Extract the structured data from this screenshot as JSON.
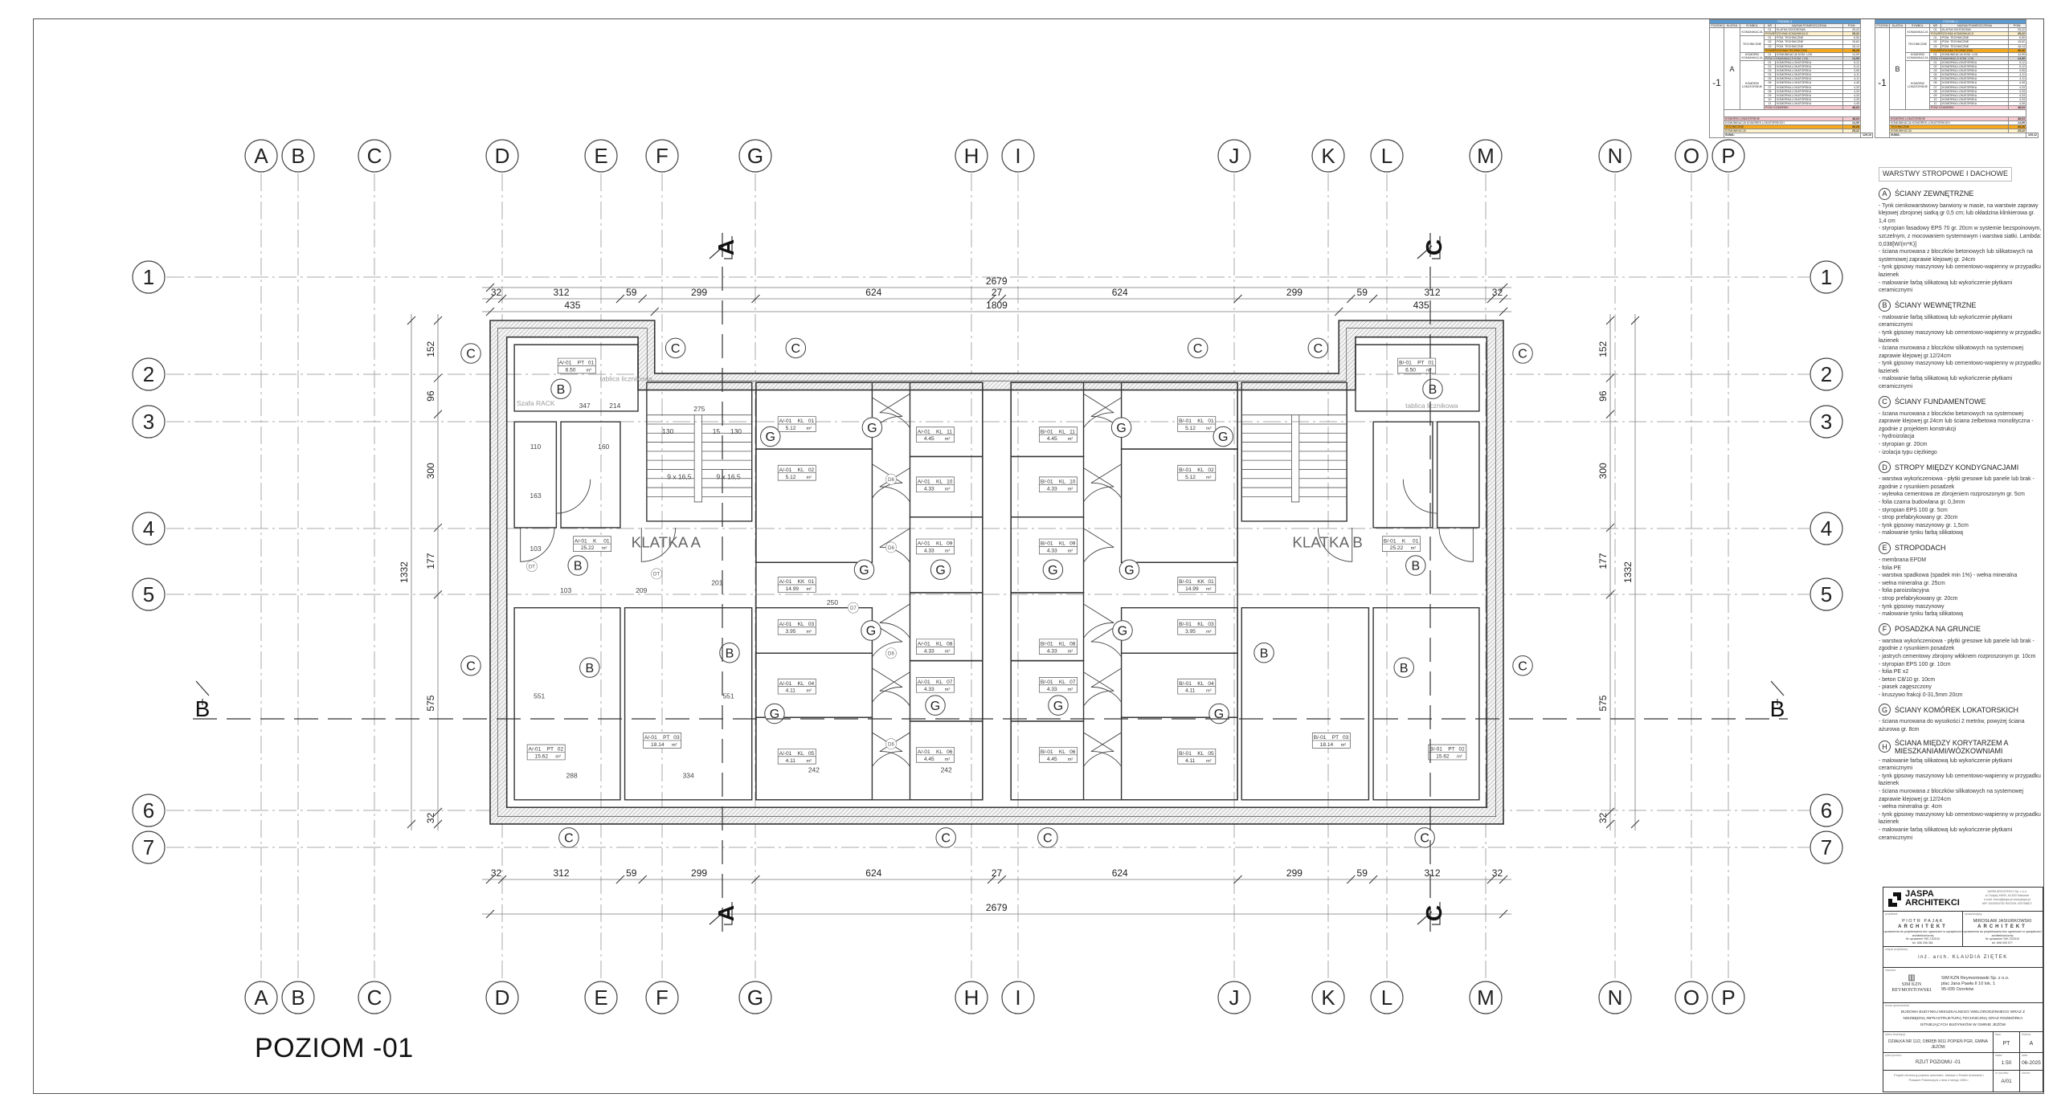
{
  "title": "POZIOM -01",
  "grid": {
    "columns": [
      "A",
      "B",
      "C",
      "D",
      "E",
      "F",
      "G",
      "H",
      "I",
      "J",
      "K",
      "L",
      "M",
      "N",
      "O",
      "P"
    ],
    "rows": [
      "1",
      "2",
      "3",
      "4",
      "5",
      "6",
      "7"
    ]
  },
  "sections": {
    "a": "A",
    "b": "B",
    "c": "C"
  },
  "dimensions": {
    "top_chain": [
      "32",
      "312",
      "59",
      "299",
      "624",
      "27",
      "624",
      "299",
      "59",
      "312",
      "32"
    ],
    "top_total": "2679",
    "top_second": [
      "435",
      "1809",
      "435"
    ],
    "bottom_chain": [
      "32",
      "312",
      "59",
      "299",
      "624",
      "27",
      "624",
      "299",
      "59",
      "312",
      "32"
    ],
    "bottom_total": "2679",
    "side_chain": [
      "152",
      "96",
      "300",
      "177",
      "575",
      "32"
    ],
    "side_total": "1332",
    "interior": [
      "275",
      "130",
      "15",
      "130",
      "9 x 16,5",
      "9 x 16,5",
      "288",
      "334",
      "242",
      "242",
      "551",
      "551",
      "250",
      "201",
      "209",
      "103",
      "103",
      "163",
      "160",
      "110",
      "347",
      "214"
    ]
  },
  "plan": {
    "stair_labels": [
      "KLATKA A",
      "KLATKA B"
    ],
    "room_tags_a": [
      {
        "code": "A/-01",
        "type": "PT",
        "nr": "01",
        "area": "6.50"
      },
      {
        "code": "A/-01",
        "type": "K",
        "nr": "01",
        "area": "25.22"
      },
      {
        "code": "A/-01",
        "type": "KK",
        "nr": "01",
        "area": "14.99"
      },
      {
        "code": "A/-01",
        "type": "KL",
        "nr": "01",
        "area": "5.12"
      },
      {
        "code": "A/-01",
        "type": "KL",
        "nr": "02",
        "area": "5.12"
      },
      {
        "code": "A/-01",
        "type": "KL",
        "nr": "03",
        "area": "3.95"
      },
      {
        "code": "A/-01",
        "type": "KL",
        "nr": "04",
        "area": "4.11"
      },
      {
        "code": "A/-01",
        "type": "KL",
        "nr": "05",
        "area": "4.11"
      },
      {
        "code": "A/-01",
        "type": "KL",
        "nr": "11",
        "area": "4.45"
      },
      {
        "code": "A/-01",
        "type": "KL",
        "nr": "10",
        "area": "4.33"
      },
      {
        "code": "A/-01",
        "type": "KL",
        "nr": "09",
        "area": "4.33"
      },
      {
        "code": "A/-01",
        "type": "KL",
        "nr": "08",
        "area": "4.33"
      },
      {
        "code": "A/-01",
        "type": "KL",
        "nr": "07",
        "area": "4.33"
      },
      {
        "code": "A/-01",
        "type": "KL",
        "nr": "06",
        "area": "4.45"
      },
      {
        "code": "A/-01",
        "type": "PT",
        "nr": "02",
        "area": "15.62"
      },
      {
        "code": "A/-01",
        "type": "PT",
        "nr": "03",
        "area": "18.14"
      }
    ],
    "room_tags_b": [
      {
        "code": "B/-01",
        "type": "PT",
        "nr": "01",
        "area": "6.50"
      },
      {
        "code": "B/-01",
        "type": "K",
        "nr": "01",
        "area": "25.22"
      },
      {
        "code": "B/-01",
        "type": "KK",
        "nr": "01",
        "area": "14.99"
      },
      {
        "code": "B/-01",
        "type": "KL",
        "nr": "01",
        "area": "5.12"
      },
      {
        "code": "B/-01",
        "type": "KL",
        "nr": "02",
        "area": "5.12"
      },
      {
        "code": "B/-01",
        "type": "KL",
        "nr": "03",
        "area": "3.95"
      },
      {
        "code": "B/-01",
        "type": "KL",
        "nr": "04",
        "area": "4.11"
      },
      {
        "code": "B/-01",
        "type": "KL",
        "nr": "05",
        "area": "4.11"
      },
      {
        "code": "B/-01",
        "type": "KL",
        "nr": "11",
        "area": "4.45"
      },
      {
        "code": "B/-01",
        "type": "KL",
        "nr": "10",
        "area": "4.33"
      },
      {
        "code": "B/-01",
        "type": "KL",
        "nr": "09",
        "area": "4.33"
      },
      {
        "code": "B/-01",
        "type": "KL",
        "nr": "08",
        "area": "4.33"
      },
      {
        "code": "B/-01",
        "type": "KL",
        "nr": "07",
        "area": "4.33"
      },
      {
        "code": "B/-01",
        "type": "KL",
        "nr": "06",
        "area": "4.45"
      },
      {
        "code": "B/-01",
        "type": "PT",
        "nr": "02",
        "area": "15.62"
      },
      {
        "code": "B/-01",
        "type": "PT",
        "nr": "03",
        "area": "18.14"
      }
    ],
    "callouts_a": [
      "C",
      "C",
      "C",
      "C",
      "B",
      "B",
      "B",
      "B",
      "G",
      "G",
      "G",
      "G",
      "G",
      "G",
      "G",
      "C",
      "C"
    ],
    "callouts_b": [
      "C",
      "C",
      "C",
      "C",
      "B",
      "B",
      "B",
      "B",
      "G",
      "G",
      "G",
      "G",
      "G",
      "G",
      "G",
      "C",
      "C"
    ],
    "room_notes": [
      "Szafa RACK",
      "tablica licznikowa",
      "tablica licznikowa"
    ],
    "door_tags": [
      "D6",
      "D6",
      "D6",
      "D6",
      "D7",
      "DT",
      "DT"
    ]
  },
  "area_tables": [
    {
      "header": "POZIOM -1",
      "columns": [
        "POZIOM",
        "KLATKA",
        "SYMBOL",
        "NR",
        "NAZWA POMIESZCZENIA",
        "POW."
      ],
      "level": "-1",
      "klatka": "A",
      "groups": [
        {
          "symbol": "KOMUNIKACJA",
          "items": [
            {
              "nr": "01",
              "name": "KLATKA SCHODOWA",
              "area": "25,22"
            }
          ],
          "summary": {
            "label": "POWIERZCHNIA KOMUNIKACJI",
            "area": "25,22",
            "color": "#fff2cc"
          }
        },
        {
          "symbol": "TECHNICZNE",
          "items": [
            {
              "nr": "01",
              "name": "POM. TECHNICZNE",
              "area": "6,50"
            },
            {
              "nr": "02",
              "name": "POM. TECHNICZNE",
              "area": "15,62"
            },
            {
              "nr": "03",
              "name": "POM. TECHNICZNE",
              "area": "18,14"
            }
          ],
          "summary": {
            "label": "POWIERZCHNIA TECHNICZNA",
            "area": "40,26",
            "color": "#f4a81d"
          }
        },
        {
          "symbol": "KOMÓRKI KOMUNIKACJA",
          "items": [
            {
              "nr": "01",
              "name": "KOMUNIKACJA KOM. LOK.",
              "area": "14,99"
            }
          ],
          "summary": {
            "label": "POW. KOMUNIKACJI KOM. LOK.",
            "area": "14,99",
            "color": "#d9d9d9"
          }
        },
        {
          "symbol": "KOMÓRKI LOKATORSKIE",
          "items": [
            {
              "nr": "01",
              "name": "KOMÓRKA LOKATORSKA",
              "area": "5,12"
            },
            {
              "nr": "02",
              "name": "KOMÓRKA LOKATORSKA",
              "area": "5,12"
            },
            {
              "nr": "03",
              "name": "KOMÓRKA LOKATORSKA",
              "area": "3,95"
            },
            {
              "nr": "04",
              "name": "KOMÓRKA LOKATORSKA",
              "area": "4,11"
            },
            {
              "nr": "05",
              "name": "KOMÓRKA LOKATORSKA",
              "area": "4,11"
            },
            {
              "nr": "06",
              "name": "KOMÓRKA LOKATORSKA",
              "area": "4,45"
            },
            {
              "nr": "07",
              "name": "KOMÓRKA LOKATORSKA",
              "area": "4,33"
            },
            {
              "nr": "08",
              "name": "KOMÓRKA LOKATORSKA",
              "area": "4,33"
            },
            {
              "nr": "09",
              "name": "KOMÓRKA LOKATORSKA",
              "area": "4,33"
            },
            {
              "nr": "10",
              "name": "KOMÓRKA LOKATORSKA",
              "area": "4,33"
            },
            {
              "nr": "11",
              "name": "KOMÓRKA LOKATORSKA",
              "area": "4,45"
            }
          ],
          "summary": {
            "label": "POW. KOMÓREK",
            "area": "48,63",
            "color": "#f8cbd0"
          }
        }
      ],
      "totals": [
        {
          "label": "KOMÓRKI LOKATORSKIE",
          "area": "48,63",
          "color": "#f8cbd0"
        },
        {
          "label": "KOMUNIKACJA KOMÓREK LOKATORSKICH",
          "area": "14,99",
          "color": "#ffffff"
        },
        {
          "label": "TECHNICZNE",
          "area": "40,26",
          "color": "#f4a81d"
        },
        {
          "label": "KOMUNIKACJA",
          "area": "25,22",
          "color": "#fff2cc"
        }
      ],
      "sum_label": "SUMA:",
      "sum": "129,10"
    },
    {
      "header": "POZIOM -1",
      "columns": [
        "POZIOM",
        "KLATKA",
        "SYMBOL",
        "NR",
        "NAZWA POMIESZCZENIA",
        "POW."
      ],
      "level": "-1",
      "klatka": "B",
      "groups": [
        {
          "symbol": "KOMUNIKACJA",
          "items": [
            {
              "nr": "01",
              "name": "KLATKA SCHODOWA",
              "area": "25,22"
            }
          ],
          "summary": {
            "label": "POWIERZCHNIA KOMUNIKACJI",
            "area": "25,22",
            "color": "#fff2cc"
          }
        },
        {
          "symbol": "TECHNICZNE",
          "items": [
            {
              "nr": "01",
              "name": "POM. TECHNICZNE",
              "area": "6,50"
            },
            {
              "nr": "02",
              "name": "POM. TECHNICZNE",
              "area": "15,62"
            },
            {
              "nr": "03",
              "name": "POM. TECHNICZNE",
              "area": "18,14"
            }
          ],
          "summary": {
            "label": "POWIERZCHNIA TECHNICZNA",
            "area": "40,26",
            "color": "#f4a81d"
          }
        },
        {
          "symbol": "KOMÓRKI KOMUNIKACJA",
          "items": [
            {
              "nr": "01",
              "name": "KOMUNIKACJA KOM. LOK.",
              "area": "14,99"
            }
          ],
          "summary": {
            "label": "POW. KOMUNIKACJI KOM. LOK.",
            "area": "14,99",
            "color": "#d9d9d9"
          }
        },
        {
          "symbol": "KOMÓRKI LOKATORSKIE",
          "items": [
            {
              "nr": "01",
              "name": "KOMÓRKA LOKATORSKA",
              "area": "5,12"
            },
            {
              "nr": "02",
              "name": "KOMÓRKA LOKATORSKA",
              "area": "5,12"
            },
            {
              "nr": "03",
              "name": "KOMÓRKA LOKATORSKA",
              "area": "3,95"
            },
            {
              "nr": "04",
              "name": "KOMÓRKA LOKATORSKA",
              "area": "4,11"
            },
            {
              "nr": "05",
              "name": "KOMÓRKA LOKATORSKA",
              "area": "4,11"
            },
            {
              "nr": "06",
              "name": "KOMÓRKA LOKATORSKA",
              "area": "4,45"
            },
            {
              "nr": "07",
              "name": "KOMÓRKA LOKATORSKA",
              "area": "4,33"
            },
            {
              "nr": "08",
              "name": "KOMÓRKA LOKATORSKA",
              "area": "4,33"
            },
            {
              "nr": "09",
              "name": "KOMÓRKA LOKATORSKA",
              "area": "4,33"
            },
            {
              "nr": "10",
              "name": "KOMÓRKA LOKATORSKA",
              "area": "4,33"
            },
            {
              "nr": "11",
              "name": "KOMÓRKA LOKATORSKA",
              "area": "4,45"
            }
          ],
          "summary": {
            "label": "POW. KOMÓREK",
            "area": "48,63",
            "color": "#f8cbd0"
          }
        }
      ],
      "totals": [
        {
          "label": "KOMÓRKI LOKATORSKIE",
          "area": "48,63",
          "color": "#f8cbd0"
        },
        {
          "label": "KOMUNIKACJA KOMÓREK LOKATORSKICH",
          "area": "14,99",
          "color": "#ffffff"
        },
        {
          "label": "TECHNICZNE",
          "area": "40,26",
          "color": "#f4a81d"
        },
        {
          "label": "KOMUNIKACJA",
          "area": "25,22",
          "color": "#fff2cc"
        }
      ],
      "sum_label": "SUMA:",
      "sum": "129,12"
    }
  ],
  "legend": {
    "title": "WARSTWY STROPOWE I DACHOWE",
    "sections": [
      {
        "letter": "A",
        "title": "ŚCIANY ZEWNĘTRZNE",
        "items": [
          "- Tynk cienkowarstwowy barwiony w masie, na warstwie zaprawy klejowej zbrojonej siatką gr 0,5 cm; lub okładzina klinkierowa gr. 1,4 cm",
          "- styropian fasadowy EPS 70 gr. 20cm w systemie bezspoinowym, szczelnym, z mocowaniem systemowym i warstwa siatki. Lambda: 0,038[W/(m*K)]",
          "- ściana murowana z bloczków betonowych lub silikatowych na systemowej zaprawie klejowej gr. 24cm",
          "- tynk gipsowy maszynowy lub cementowo-wapienny w przypadku łazienek",
          "- malowanie farbą silikatową lub wykończenie płytkami ceramicznymi"
        ]
      },
      {
        "letter": "B",
        "title": "ŚCIANY WEWNĘTRZNE",
        "items": [
          "- malowanie farbą silikatową lub wykończenie płytkami ceramicznymi",
          "- tynk gipsowy maszynowy lub cementowo-wapienny w przypadku łazienek",
          "- ściana murowana z bloczków silikatowych na systemowej zaprawie klejowej gr.12/24cm",
          "- tynk gipsowy maszynowy lub cementowo-wapienny w przypadku łazienek",
          "- malowanie farbą silikatową lub wykończenie płytkami ceramicznymi"
        ]
      },
      {
        "letter": "C",
        "title": "ŚCIANY FUNDAMENTOWE",
        "items": [
          "- ściana murowana z bloczków betonowych na systemowej zaprawie klejowej gr.24cm lub ściana żelbetowa monolityczna - zgodnie z projektem konstrukcji",
          "- hydroizolacja",
          "- styropian gr. 20cm",
          "- izolacja typu ciężkiego"
        ]
      },
      {
        "letter": "D",
        "title": "STROPY MIĘDZY KONDYGNACJAMI",
        "items": [
          "- warstwa wykończeniowa - płytki gresowe lub panele lub brak - zgodnie z rysunkiem posadzek",
          "- wylewka cementowa ze zbrojeniem rozproszonym gr. 5cm",
          "- folia czarna budowlana gr. 0,3mm",
          "- styropian EPS 100 gr. 5cm",
          "- strop prefabrykowany gr. 20cm",
          "- tynk gipsowy maszynowy gr. 1,5cm",
          "- malowanie tynku farbą silikatową"
        ]
      },
      {
        "letter": "E",
        "title": "STROPODACH",
        "items": [
          "- membrana EPDM",
          "- folia PE",
          "- warstwa spadkowa (spadek min 1%) - wełna mineralna",
          "- wełna mineralna gr. 25cm",
          "- folia paroizolacyjna",
          "- strop prefabrykowany gr. 20cm",
          "- tynk gipsowy maszynowy",
          "- malowanie tynku farbą silikatową"
        ]
      },
      {
        "letter": "F",
        "title": "POSADZKA NA GRUNCIE",
        "items": [
          "- warstwa wykończeniowa - płytki gresowe lub panele lub brak - zgodnie z rysunkiem posadzek",
          "- jastrych cementowy zbrojony włóknem rozproszonym gr. 10cm",
          "- styropian EPS 100 gr. 10cm",
          "- folia PE x2",
          "- beton C8/10 gr. 10cm",
          "- piasek zagęszczony",
          "- kruszywo  frakcji 0-31,5mm 20cm"
        ]
      },
      {
        "letter": "G",
        "title": "ŚCIANY KOMÓREK LOKATORSKICH",
        "items": [
          "- ściana murowana do wysokości 2 metrów, powyżej ściana ażurowa gr. 8cm"
        ]
      },
      {
        "letter": "H",
        "title": "ŚCIANA MIĘDZY KORYTARZEM A MIESZKANIAMI/WÓZKOWNIAMI",
        "items": [
          "- malowanie farbą silikatową lub wykończenie płytkami ceramicznymi",
          "- tynk gipsowy maszynowy lub cementowo-wapienny w przypadku łazienek",
          "- ściana murowana z bloczków silikatowych na systemowej zaprawie klejowej gr.12/24cm",
          "- wełna mineralna gr. 4cm",
          "- tynk gipsowy maszynowy lub cementowo-wapienny w przypadku łazienek",
          "- malowanie farbą silikatową lub wykończenie płytkami ceramicznymi"
        ]
      }
    ]
  },
  "title_block": {
    "company_line1": "JASPA",
    "company_line2": "ARCHITEKCI",
    "company_info": [
      "JASPA ARCHITEKCI Sp. z o.o.",
      "ul. Dulęby 5/505, 40-833 Katowice",
      "e-mail: biuro@jaspa.pl  www.jaspa.pl",
      "NIP: 6343004762 REGON: 520758817"
    ],
    "designer_label": "projektant:",
    "designer_name": "PIOTR PAJĄK",
    "designer_title": "ARCHITEKT",
    "designer_perm": "uprawnienia do projektowania bez ograniczeń w specjalności architektonicznej",
    "designer_no": "Nr uprawnień SW-71/2010",
    "designer_tel": "tel.   606 208 361",
    "checker_label": "sprawdzający:",
    "checker_name": "MIROSŁAW JASIURKOWSKI",
    "checker_title": "ARCHITEKT",
    "checker_perm": "uprawnienia do projektowania bez ograniczeń w specjalności architektonicznej",
    "checker_no": "Nr uprawnień SW-72/2010",
    "checker_tel": "tel.   696 939 977",
    "team_label": "zespół projektowy:",
    "team_member": "inż. arch. KLAUDIA ZIĘTEK",
    "investor_label": "inwestor:",
    "investor_logo": "SIM KZN REYMONTOWSKI",
    "investor_lines": [
      "SIM KZN Reymontowski Sp. z o.o.",
      "plac Jana Pawła II 10 lok. 1",
      "95-035 Ozorków"
    ],
    "subject_label": "temat opracowania:",
    "subject": "BUDOWA BUDYNKU MIESZKALNEGO WIELORODZINNEGO WRAZ Z NIEZBĘDNĄ INFRASTRUKTURĄ TECHNICZNĄ ORAZ ROZBIÓRKA ISTNIEJĄCYCH BUDYNKÓW W GMINIE JEŻÓW",
    "address_label": "adres inwestycji:",
    "address": "DZIAŁKA NR 11/2, OBRĘB 0011 POPIEŃ PGR, GMINA JEŻÓW",
    "phase_label": "faza:",
    "phase": "PT",
    "branch_label": "branża:",
    "branch": "A",
    "drawing_title_label": "tytuł rysunku:",
    "drawing_title": "RZUT POZIOMU -01",
    "scale_label": "skala:",
    "scale": "1:50",
    "date_label": "data:",
    "date": "06-2025",
    "copyright": "Projekt chroniony prawem autorskim. Ustawa o Prawie Autorskim i Prawach Pokrewnych z dnia 4 lutego 1994 r.",
    "drawing_no_label": "nr rysunku:",
    "drawing_no": "A/01",
    "page_label": "strona:"
  }
}
